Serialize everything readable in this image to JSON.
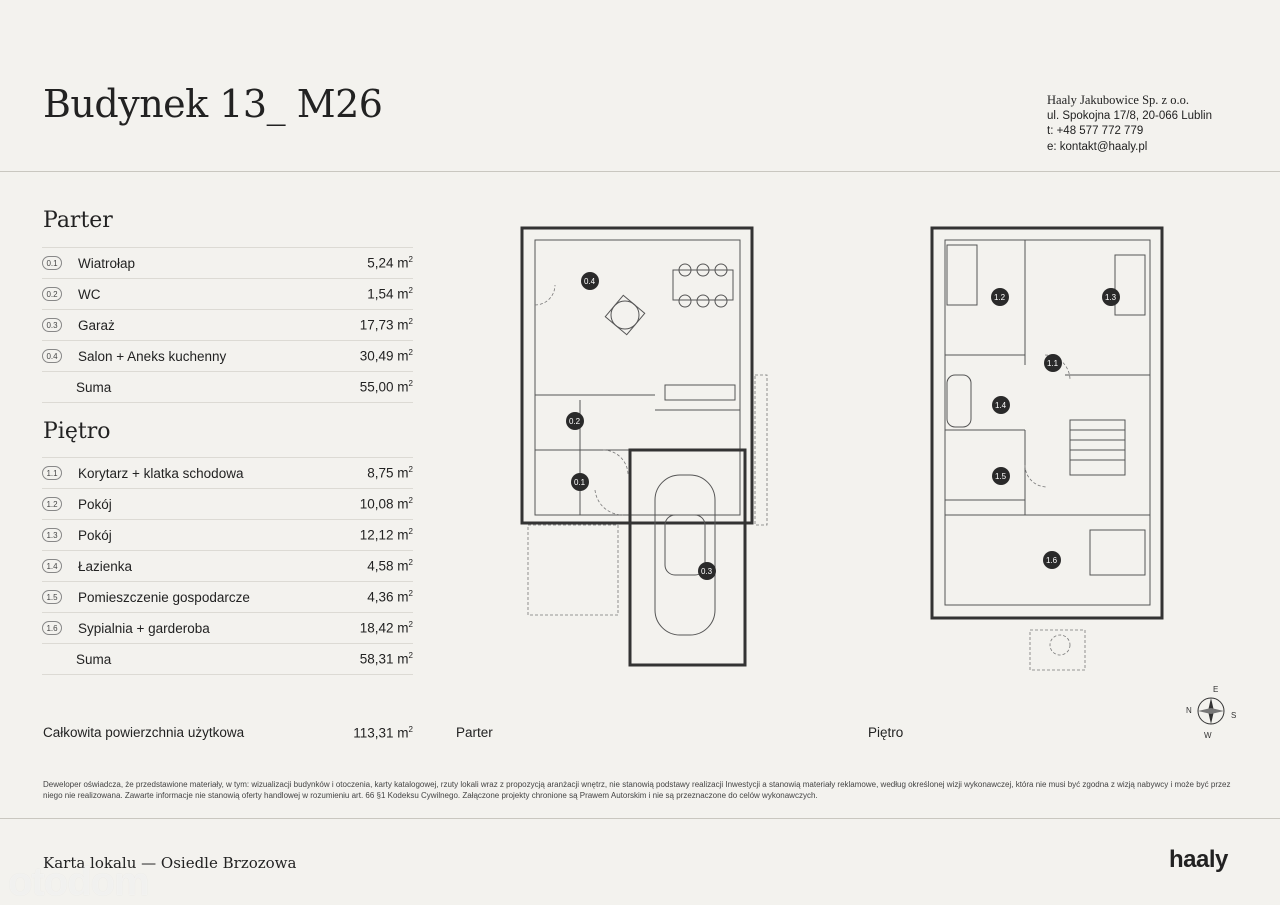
{
  "header": {
    "title": "Budynek 13_ M26",
    "company": {
      "name": "Haaly Jakubowice Sp. z o.o.",
      "address": "ul. Spokojna 17/8, 20-066 Lublin",
      "phone": "t: +48 577 772 779",
      "email": "e: kontakt@haaly.pl"
    }
  },
  "parter": {
    "title": "Parter",
    "rooms": [
      {
        "code": "0.1",
        "name": "Wiatrołap",
        "area": "5,24 m",
        "unit": "2"
      },
      {
        "code": "0.2",
        "name": "WC",
        "area": "1,54 m",
        "unit": "2"
      },
      {
        "code": "0.3",
        "name": "Garaż",
        "area": "17,73 m",
        "unit": "2"
      },
      {
        "code": "0.4",
        "name": "Salon + Aneks kuchenny",
        "area": "30,49 m",
        "unit": "2"
      }
    ],
    "sum_label": "Suma",
    "sum_area": "55,00 m"
  },
  "pietro": {
    "title": "Piętro",
    "rooms": [
      {
        "code": "1.1",
        "name": "Korytarz + klatka schodowa",
        "area": "8,75 m",
        "unit": "2"
      },
      {
        "code": "1.2",
        "name": "Pokój",
        "area": "10,08 m",
        "unit": "2"
      },
      {
        "code": "1.3",
        "name": "Pokój",
        "area": "12,12 m",
        "unit": "2"
      },
      {
        "code": "1.4",
        "name": "Łazienka",
        "area": "4,58 m",
        "unit": "2"
      },
      {
        "code": "1.5",
        "name": "Pomieszczenie gospodarcze",
        "area": "4,36 m",
        "unit": "2"
      },
      {
        "code": "1.6",
        "name": "Sypialnia + garderoba",
        "area": "18,42 m",
        "unit": "2"
      }
    ],
    "sum_label": "Suma",
    "sum_area": "58,31 m"
  },
  "total": {
    "label": "Całkowita powierzchnia użytkowa",
    "value": "113,31 m",
    "unit": "2"
  },
  "plans": {
    "parter_label": "Parter",
    "pietro_label": "Piętro",
    "compass": {
      "n": "N",
      "e": "E",
      "s": "S",
      "w": "W"
    }
  },
  "disclaimer": "Deweloper oświadcza, że przedstawione materiały, w tym: wizualizacji budynków i otoczenia, karty katalogowej, rzuty lokali wraz z propozycją aranżacji wnętrz, nie stanowią podstawy realizacji Inwestycji a stanowią materiały reklamowe, według określonej wizji wykonawczej, która nie musi być zgodna z wizją nabywcy i może być przez niego nie realizowana. Zawarte informacje nie stanowią oferty handlowej w rozumieniu art. 66 §1 Kodeksu Cywilnego. Załączone projekty chronione są Prawem Autorskim i nie są przeznaczone do celów wykonawczych.",
  "footer": {
    "left": "Karta lokalu — Osiedle Brzozowa",
    "brand": "haaly",
    "watermark": "otodom"
  }
}
